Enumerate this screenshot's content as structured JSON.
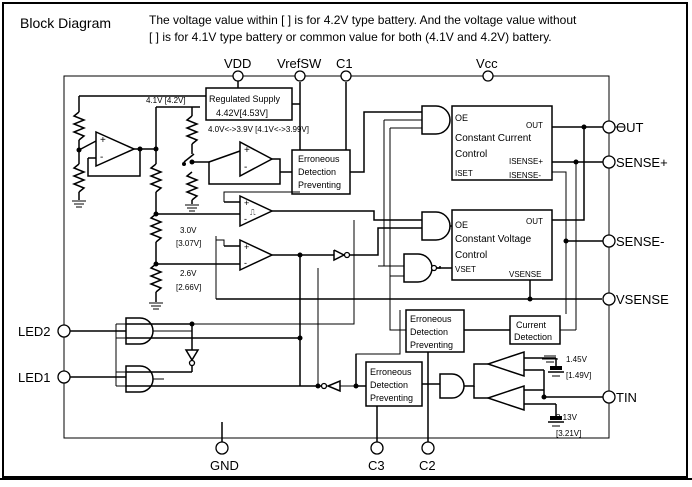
{
  "header": {
    "title": "Block Diagram",
    "note_line1": "The voltage value within [  ] is for 4.2V type battery.   And the voltage value without",
    "note_line2": "[  ] is for 4.1V type battery or common value for both (4.1V and 4.2V) battery."
  },
  "pins": {
    "vdd": "VDD",
    "vrefsw": "VrefSW",
    "c1": "C1",
    "vcc": "Vcc",
    "out": "OUT",
    "sense_plus": "SENSE+",
    "sense_minus": "SENSE-",
    "vsense": "VSENSE",
    "tin": "TIN",
    "led1": "LED1",
    "led2": "LED2",
    "gnd": "GND",
    "c3": "C3",
    "c2": "C2"
  },
  "blocks": {
    "regulated_supply": {
      "line1": "Regulated Supply",
      "line2": "4.42V[4.53V]"
    },
    "erroneous_top": {
      "line1": "Erroneous",
      "line2": "Detection",
      "line3": "Preventing"
    },
    "erroneous_mid": {
      "line1": "Erroneous",
      "line2": "Detection",
      "line3": "Preventing"
    },
    "erroneous_bottom": {
      "line1": "Erroneous",
      "line2": "Detection",
      "line3": "Preventing"
    },
    "current_detection": {
      "line1": "Current",
      "line2": "Detection"
    },
    "cc_block": {
      "oe": "OE",
      "line1": "Constant Current",
      "line2": "Control",
      "out": "OUT",
      "isense_plus": "ISENSE+",
      "iset": "ISET",
      "isense_minus": "ISENSE-"
    },
    "cv_block": {
      "oe": "OE",
      "line1": "Constant Voltage",
      "line2": "Control",
      "out": "OUT",
      "vset": "VSET",
      "vsense": "VSENSE"
    }
  },
  "labels": {
    "switch_41": "4.1V [4.2V]",
    "range": "4.0V<->3.9V [4.1V<->3.99V]",
    "v30": "3.0V",
    "v30b": "[3.07V]",
    "v26": "2.6V",
    "v26b": "[2.66V]",
    "v145": "1.45V",
    "v145b": "[1.49V]",
    "v313": "3.13V",
    "v313b": "[3.21V]"
  }
}
